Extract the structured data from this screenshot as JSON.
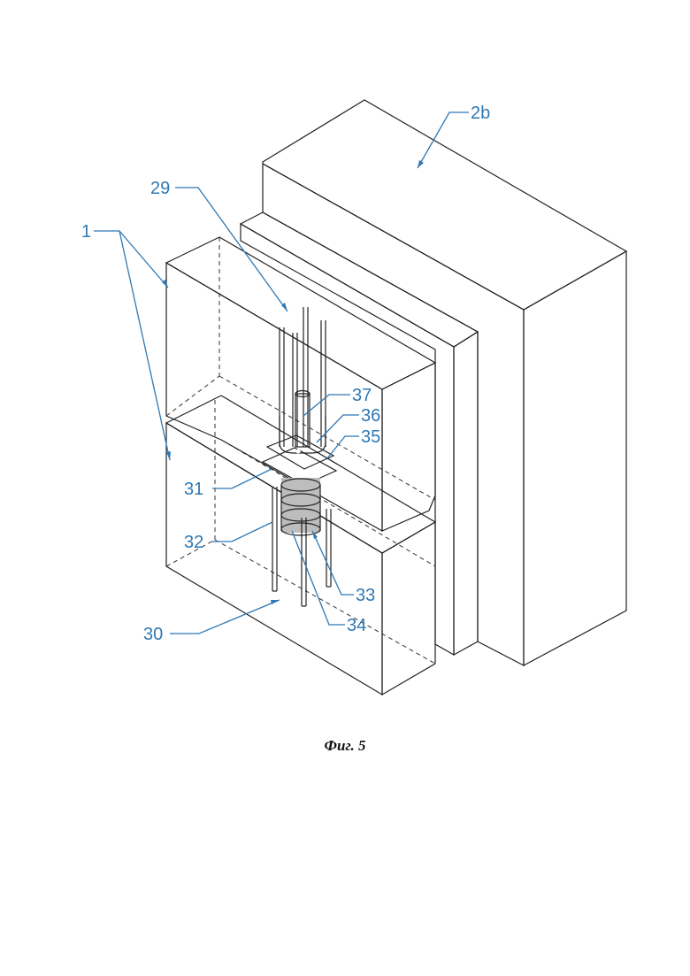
{
  "labels": {
    "l1": "1",
    "l2b": "2b",
    "l29": "29",
    "l30": "30",
    "l31": "31",
    "l32": "32",
    "l33": "33",
    "l34": "34",
    "l35": "35",
    "l36": "36",
    "l37": "37"
  },
  "caption": "Фиг. 5",
  "colors": {
    "callout": "#2f78b4",
    "insulation_layer": "#d9d9d9",
    "line": "#222222"
  }
}
